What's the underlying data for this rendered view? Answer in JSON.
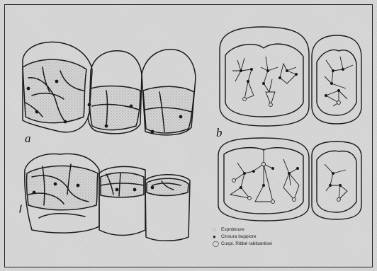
{
  "panels": {
    "a_label": "a",
    "b_label": "b"
  },
  "legend": {
    "items": [
      {
        "symbol": "◌",
        "text": "Espnbioure"
      },
      {
        "symbol": "●",
        "text": "Cinsura buppiore"
      },
      {
        "symbol": "◯",
        "text": "Cuspi. Ribbé rabibanlisei"
      }
    ]
  },
  "colors": {
    "line": "#1a1a1a",
    "background": "#d9d9d9",
    "hatch": "#b8b8b8"
  }
}
